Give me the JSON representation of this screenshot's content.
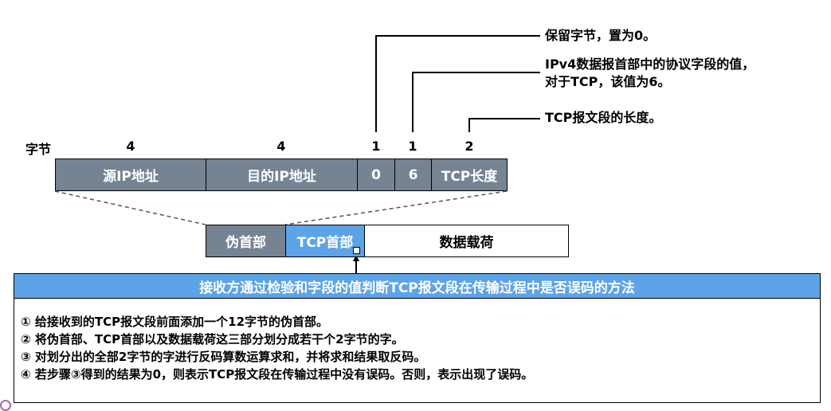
{
  "annotations": {
    "reserved": "保留字节，置为0。",
    "protocol_line1": "IPv4数据报首部中的协议字段的值，",
    "protocol_line2": "对于TCP，该值为6。",
    "length": "TCP报文段的长度。"
  },
  "pseudo_header": {
    "bytes_label": "字节",
    "fields": [
      {
        "bytes": "4",
        "label": "源IP地址"
      },
      {
        "bytes": "4",
        "label": "目的IP地址"
      },
      {
        "bytes": "1",
        "label": "0"
      },
      {
        "bytes": "1",
        "label": "6"
      },
      {
        "bytes": "2",
        "label": "TCP长度"
      }
    ]
  },
  "segment": {
    "pseudo": "伪首部",
    "tcp_header": "TCP首部",
    "payload": "数据载荷"
  },
  "method": {
    "title": "接收方通过检验和字段的值判断TCP报文段在传输过程中是否误码的方法",
    "steps": [
      "① 给接收到的TCP报文段前面添加一个12字节的伪首部。",
      "② 将伪首部、TCP首部以及数据载荷这三部分划分成若干个2字节的字。",
      "③ 对划分出的全部2字节的字进行反码算数运算求和，并将求和结果取反码。",
      "④ 若步骤③得到的结果为0，则表示TCP报文段在传输过程中没有误码。否则，表示出现了误码。"
    ]
  },
  "colors": {
    "gray": "#758393",
    "blue": "#5da3e8"
  }
}
